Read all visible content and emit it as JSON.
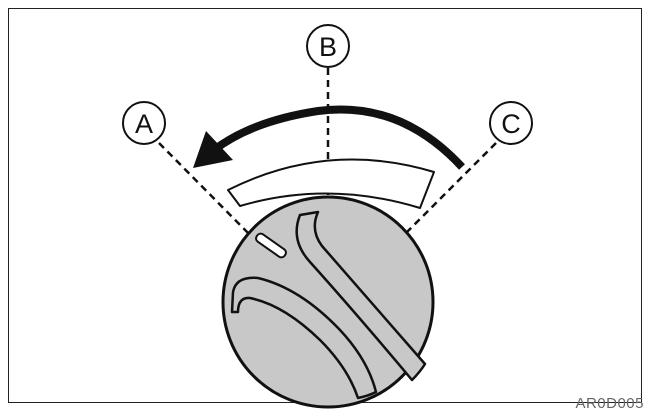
{
  "diagram": {
    "callouts": [
      {
        "id": "A",
        "label": "A"
      },
      {
        "id": "B",
        "label": "B"
      },
      {
        "id": "C",
        "label": "C"
      }
    ],
    "reference_code": "AR0D005",
    "colors": {
      "knob_fill": "#c8c8c8",
      "stroke": "#111111",
      "background": "#ffffff"
    },
    "icons": [
      "rotation-arrow-icon",
      "dial-knob-icon"
    ]
  }
}
